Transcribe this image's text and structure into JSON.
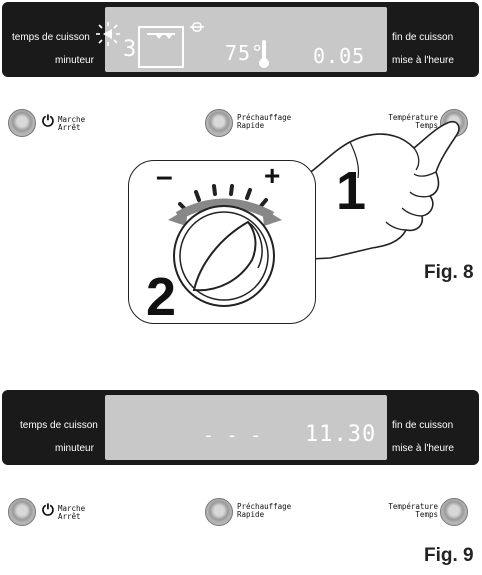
{
  "panel_labels": {
    "left_top": "temps de cuisson",
    "left_bottom": "minuteur",
    "right_top": "fin de cuisson",
    "right_bottom": "mise à l'heure"
  },
  "fig8": {
    "display": {
      "timer_digit": "3",
      "temperature": "75°",
      "time": "0.05"
    },
    "caption": "Fig. 8",
    "step_press": "1",
    "step_turn": "2",
    "knob_minus": "–",
    "knob_plus": "+"
  },
  "fig9": {
    "display": {
      "dashes": "- - -",
      "time": "11.30"
    },
    "caption": "Fig. 9"
  },
  "buttons": {
    "power": {
      "line1": "Marche",
      "line2": "Arrêt"
    },
    "preheat": {
      "line1": "Préchauffage",
      "line2": "Rapide"
    },
    "temp": {
      "line1": "Température",
      "line2": "Temps"
    }
  },
  "icons": [
    "clock-icon",
    "thermometer-icon",
    "oven-icon",
    "lock-icon",
    "hand-pointer-icon",
    "knob-icon",
    "power-icon",
    "arrow-left-icon"
  ]
}
